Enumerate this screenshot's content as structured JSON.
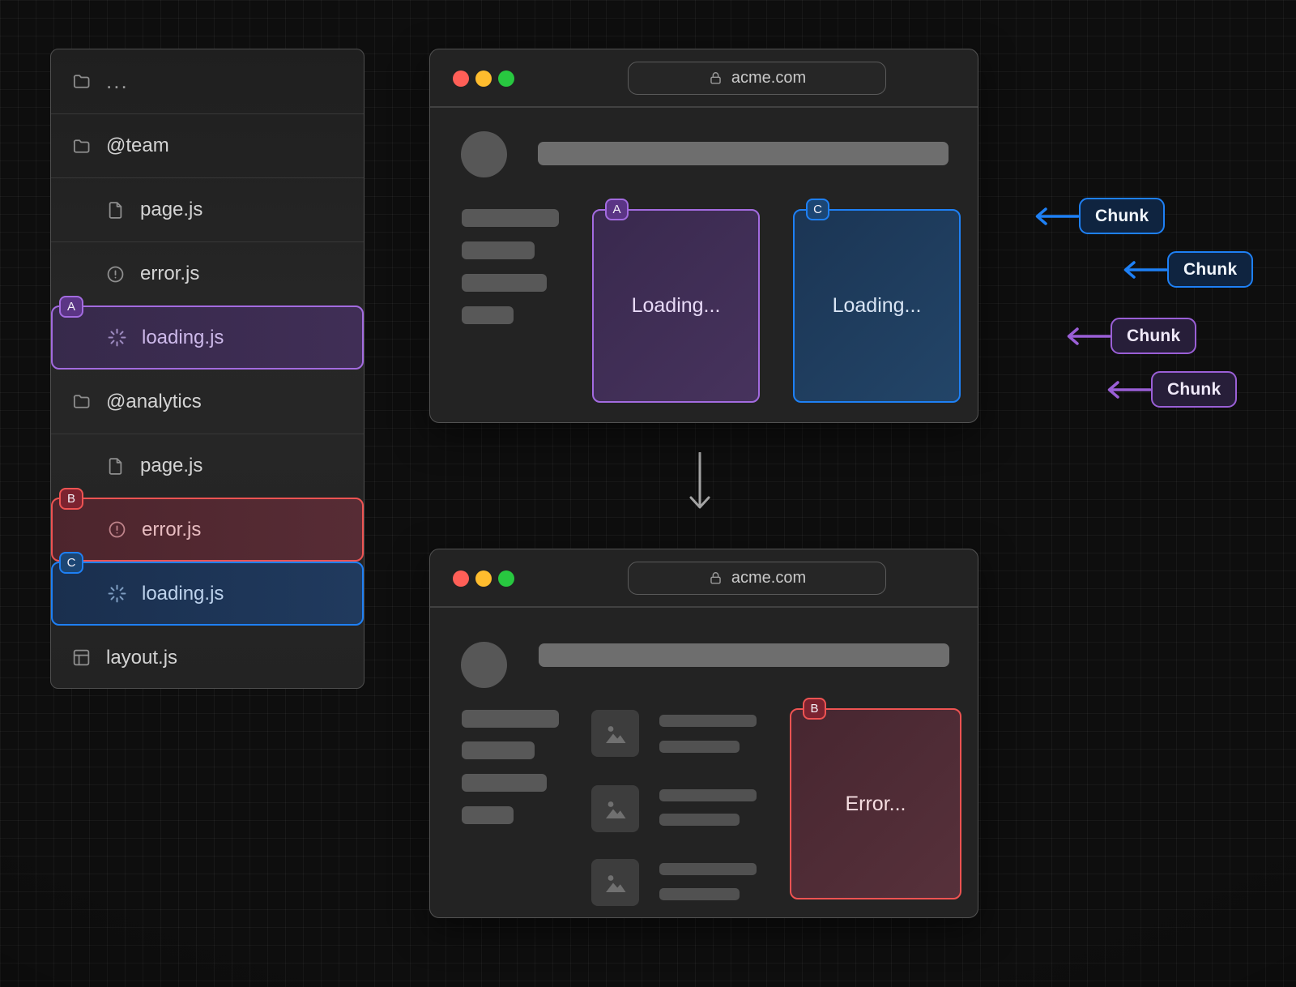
{
  "file_tree": {
    "items": [
      {
        "label": "...",
        "icon": "folder",
        "indent": 0
      },
      {
        "label": "@team",
        "icon": "folder",
        "indent": 0
      },
      {
        "label": "page.js",
        "icon": "file",
        "indent": 1
      },
      {
        "label": "error.js",
        "icon": "alert",
        "indent": 1
      },
      {
        "label": "loading.js",
        "icon": "spinner",
        "indent": 1,
        "badge": "A",
        "highlight": "purple"
      },
      {
        "label": "@analytics",
        "icon": "folder",
        "indent": 0
      },
      {
        "label": "page.js",
        "icon": "file",
        "indent": 1
      },
      {
        "label": "error.js",
        "icon": "alert",
        "indent": 1,
        "badge": "B",
        "highlight": "red"
      },
      {
        "label": "loading.js",
        "icon": "spinner",
        "indent": 1,
        "badge": "C",
        "highlight": "blue"
      },
      {
        "label": "layout.js",
        "icon": "layout",
        "indent": 0
      }
    ]
  },
  "browser_top": {
    "url": "acme.com",
    "cards": [
      {
        "badge": "A",
        "label": "Loading...",
        "color": "purple"
      },
      {
        "badge": "C",
        "label": "Loading...",
        "color": "blue"
      }
    ]
  },
  "browser_bottom": {
    "url": "acme.com",
    "card": {
      "badge": "B",
      "label": "Error...",
      "color": "red"
    }
  },
  "chunks": [
    {
      "label": "Chunk",
      "color": "blue"
    },
    {
      "label": "Chunk",
      "color": "blue"
    },
    {
      "label": "Chunk",
      "color": "purple"
    },
    {
      "label": "Chunk",
      "color": "purple"
    }
  ],
  "colors": {
    "purple": "#a36be0",
    "blue": "#1e80f5",
    "red": "#ee5352",
    "traffic_red": "#ff5f57",
    "traffic_yellow": "#febc2e",
    "traffic_green": "#28c840"
  }
}
